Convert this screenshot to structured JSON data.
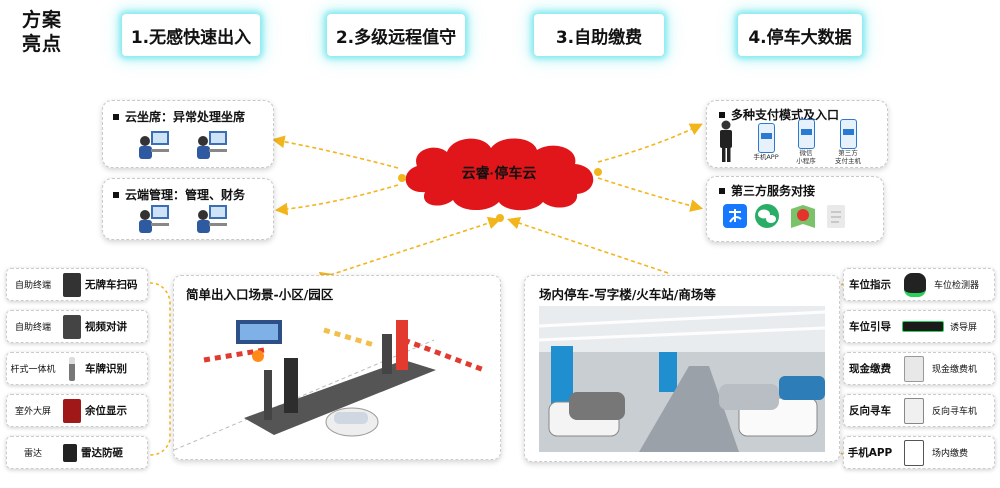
{
  "header": {
    "title_line1": "方案",
    "title_line2": "亮点",
    "highlights": [
      "1.无感快速出入",
      "2.多级远程值守",
      "3.自助缴费",
      "4.停车大数据"
    ]
  },
  "center": {
    "cloud_label": "云睿·停车云"
  },
  "cards": {
    "seat": {
      "title": "云坐席：异常处理坐席"
    },
    "manage": {
      "title": "云端管理：管理、财务"
    },
    "payment": {
      "title": "多种支付模式及入口",
      "entries": [
        "手机APP",
        "微信\n小程序",
        "第三方\n支付主机"
      ]
    },
    "third": {
      "title": "第三方服务对接"
    }
  },
  "left_devices": [
    {
      "type": "自助终端",
      "function": "无牌车扫码"
    },
    {
      "type": "自助终端",
      "function": "视频对讲"
    },
    {
      "type": "杆式一体机",
      "function": "车牌识别"
    },
    {
      "type": "室外大屏",
      "function": "余位显示"
    },
    {
      "type": "雷达",
      "function": "雷达防砸"
    }
  ],
  "right_devices": [
    {
      "function": "车位指示",
      "device": "车位检测器"
    },
    {
      "function": "车位引导",
      "device": "诱导屏"
    },
    {
      "function": "现金缴费",
      "device": "现金缴费机"
    },
    {
      "function": "反向寻车",
      "device": "反向寻车机"
    },
    {
      "function": "手机APP",
      "device": "场内缴费"
    }
  ],
  "scenes": {
    "left": {
      "title": "简单出入口场景-小区/园区"
    },
    "right": {
      "title": "场内停车-写字楼/火车站/商场等"
    }
  },
  "colors": {
    "accent_cloud": "#e0161b",
    "connector": "#f2b51c",
    "glow": "#3cdce6"
  }
}
